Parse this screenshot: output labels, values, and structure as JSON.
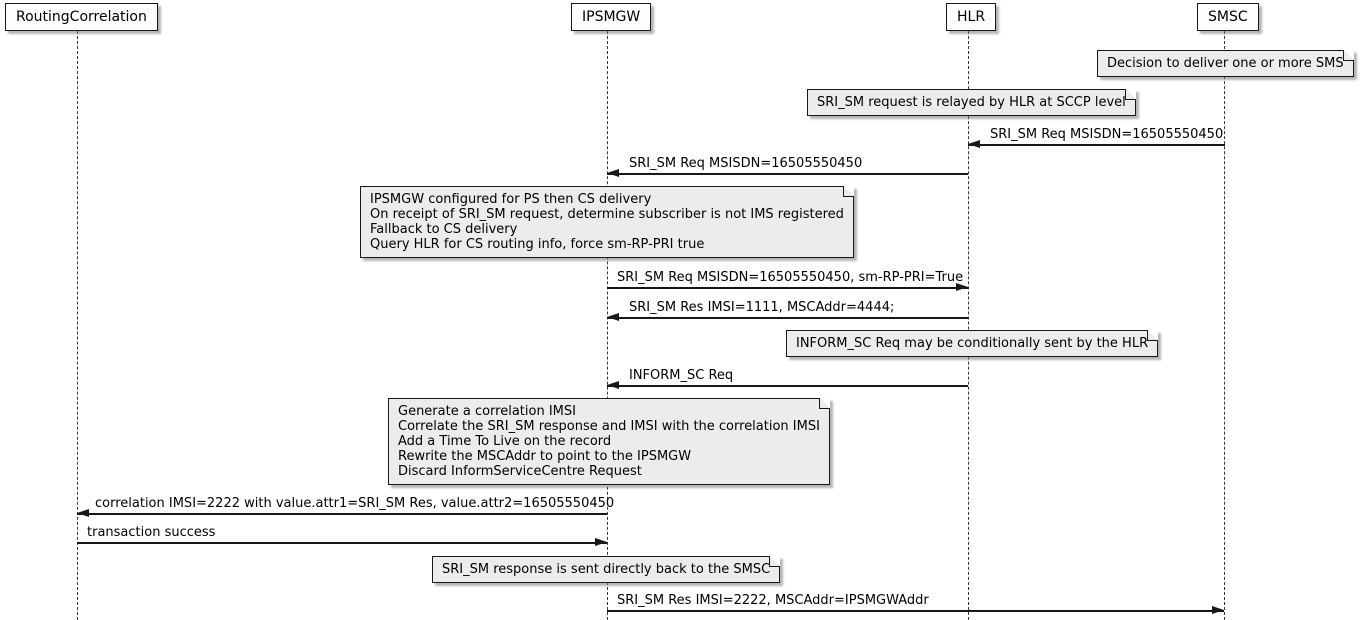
{
  "diagram": {
    "type": "sequence",
    "colors": {
      "background": "#ffffff",
      "participant_fill": "#fefefe",
      "note_fill": "#ececec",
      "border": "#181818",
      "arrow": "#181818",
      "text": "#000000"
    },
    "participants": [
      {
        "name": "RoutingCorrelation"
      },
      {
        "name": "IPSMGW"
      },
      {
        "name": "HLR"
      },
      {
        "name": "SMSC"
      }
    ],
    "notes": [
      {
        "over": "SMSC",
        "text": "Decision to deliver one or more SMS"
      },
      {
        "over": "HLR",
        "text": "SRI_SM request is relayed by HLR at SCCP level"
      },
      {
        "over": "IPSMGW",
        "lines": [
          "IPSMGW configured for PS then CS delivery",
          "On receipt of SRI_SM request, determine subscriber is not IMS registered",
          "Fallback to CS delivery",
          "Query HLR for CS routing info, force sm-RP-PRI true"
        ]
      },
      {
        "over": "HLR",
        "text": "INFORM_SC Req may be conditionally sent by the HLR"
      },
      {
        "over": "IPSMGW",
        "lines": [
          "Generate a correlation IMSI",
          "Correlate the SRI_SM response and IMSI with the correlation IMSI",
          "Add a Time To Live on the record",
          "Rewrite the MSCAddr to point to the IPSMGW",
          "Discard InformServiceCentre Request"
        ]
      },
      {
        "over": "IPSMGW",
        "text": "SRI_SM response is sent directly back to the SMSC"
      }
    ],
    "messages": [
      {
        "from": "SMSC",
        "to": "HLR",
        "label": "SRI_SM Req MSISDN=16505550450"
      },
      {
        "from": "HLR",
        "to": "IPSMGW",
        "label": "SRI_SM Req MSISDN=16505550450"
      },
      {
        "from": "IPSMGW",
        "to": "HLR",
        "label": "SRI_SM Req MSISDN=16505550450, sm-RP-PRI=True"
      },
      {
        "from": "HLR",
        "to": "IPSMGW",
        "label": "SRI_SM Res IMSI=1111, MSCAddr=4444;"
      },
      {
        "from": "HLR",
        "to": "IPSMGW",
        "label": "INFORM_SC Req"
      },
      {
        "from": "IPSMGW",
        "to": "RoutingCorrelation",
        "label": "correlation IMSI=2222 with value.attr1=SRI_SM Res, value.attr2=16505550450"
      },
      {
        "from": "RoutingCorrelation",
        "to": "IPSMGW",
        "label": "transaction success"
      },
      {
        "from": "IPSMGW",
        "to": "SMSC",
        "label": "SRI_SM Res IMSI=2222, MSCAddr=IPSMGWAddr"
      }
    ]
  }
}
